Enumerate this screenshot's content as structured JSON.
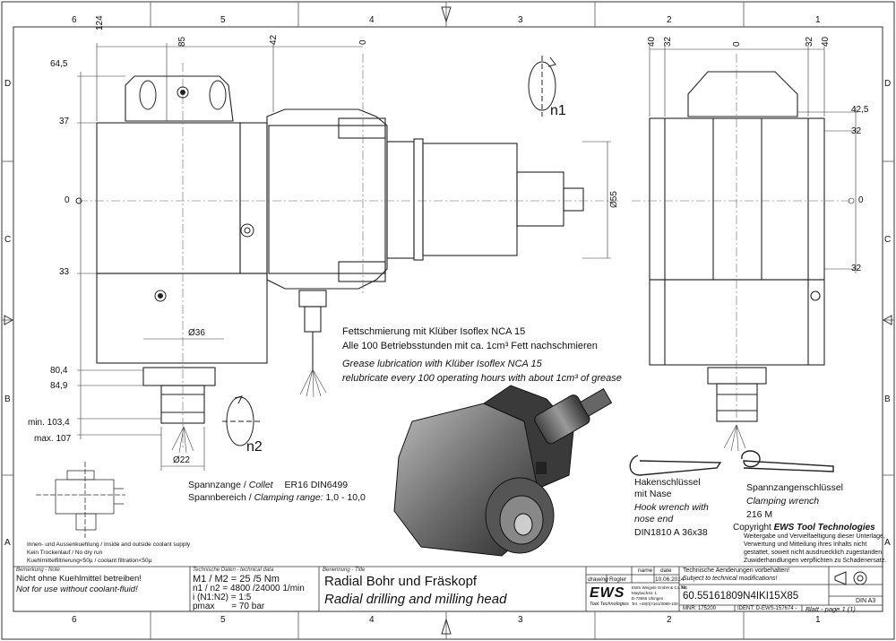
{
  "frame": {
    "col_numbers": [
      "6",
      "5",
      "4",
      "3",
      "2",
      "1"
    ],
    "row_letters": [
      "D",
      "C",
      "B",
      "A"
    ]
  },
  "dims_left": {
    "top": [
      "124",
      "85",
      "42",
      "0"
    ],
    "side": [
      "64,5",
      "37",
      "0",
      "33",
      "80,4",
      "84,9",
      "min. 103,4",
      "max. 107"
    ],
    "d36": "Ø36",
    "d22": "Ø22",
    "d55": "Ø55"
  },
  "dims_right": {
    "top": [
      "40",
      "32",
      "0",
      "32",
      "40"
    ],
    "side": [
      "42,5",
      "32",
      "0",
      "32"
    ]
  },
  "rotation": {
    "n1": "n1",
    "n2": "n2"
  },
  "lubrication": {
    "de1": "Fettschmierung mit Klüber Isoflex NCA 15",
    "de2": "Alle 100 Betriebsstunden mit ca. 1cm³ Fett nachschmieren",
    "en1": "Grease lubrication with Klüber Isoflex NCA 15",
    "en2": "relubricate every 100 operating hours with about 1cm³ of grease"
  },
  "collet": {
    "line1_de": "Spannzange /",
    "line1_en": "Collet",
    "line1_val": "ER16    DIN6499",
    "line2_de": "Spannbereich /",
    "line2_en": "Clamping range:",
    "line2_val": "1,0 - 10,0"
  },
  "coolant_notes": [
    "Innen- und Aussenkuehlung / Inside and outside coolant supply",
    "Kein Trockenlauf / No dry run",
    "Kuehlmittelfiltrierung<50µ / coolant filtration<50µ"
  ],
  "hook_wrench": {
    "de1": "Hakenschlüssel",
    "de2": "mit Nase",
    "en1": "Hook wrench with",
    "en2": "nose end",
    "spec": "DIN1810 A 36x38"
  },
  "clamping_wrench": {
    "de": "Spannzangenschlüssel",
    "en": "Clamping wrench",
    "spec": "216 M"
  },
  "copyright": {
    "title_prefix": "Copyright ",
    "title_brand": "EWS Tool Technologies",
    "lines": [
      "Weitergabe und Vervielfaeltigung dieser Unterlage,",
      "Verwertung und Mitteilung ihres Inhalts nicht",
      "gestattet, soweit nicht ausdruecklich zugestanden.",
      "Zuwiderhandlungen verpflichten zu Schadenersatz."
    ]
  },
  "title_block": {
    "remark_label": "Bemerkung - Note",
    "remark_de": "Nicht ohne Kuehlmittel betreiben!",
    "remark_en": "Not for use without coolant-fluid!",
    "tech_label": "Technische Daten - technical data",
    "tech_rows": [
      {
        "k": "M1 / M2 =",
        "v": "25  /5   Nm"
      },
      {
        "k": "n1 / n2 =",
        "v": "4800 /24000 1/min"
      },
      {
        "k": "i  (N1:N2) =",
        "v": "1:5"
      },
      {
        "k": "pmax",
        "v": "= 70  bar"
      }
    ],
    "name_label": "Benennung - Title",
    "name_de": "Radial Bohr und Fräskopf",
    "name_en": "Radial drilling and milling head",
    "col_name": "name",
    "col_date": "date",
    "drawing_label": "drawing",
    "drawer": "Rogler",
    "date": "10.06.2014",
    "ews_logo": "EWS",
    "ews_sub": "Tool Technologies",
    "ews_addr": [
      "EWS Weigele GmbH & Co. KG",
      "Maybachstr. 1",
      "D-73066 Uhingen",
      "Tel. +49(0)7161/3090-100"
    ],
    "change_de": "Technische Aenderungen vorbehalten!",
    "change_en": "Subject to technical modifications!",
    "nr_label": "Nr.",
    "part_number": "60.55161809N4IKI15X85",
    "mnr": "MNR: 175200",
    "ident": "IDENT: D-EWS-157674 -",
    "sheet": "Blatt - page  1 (1)",
    "format": "DIN A3"
  }
}
